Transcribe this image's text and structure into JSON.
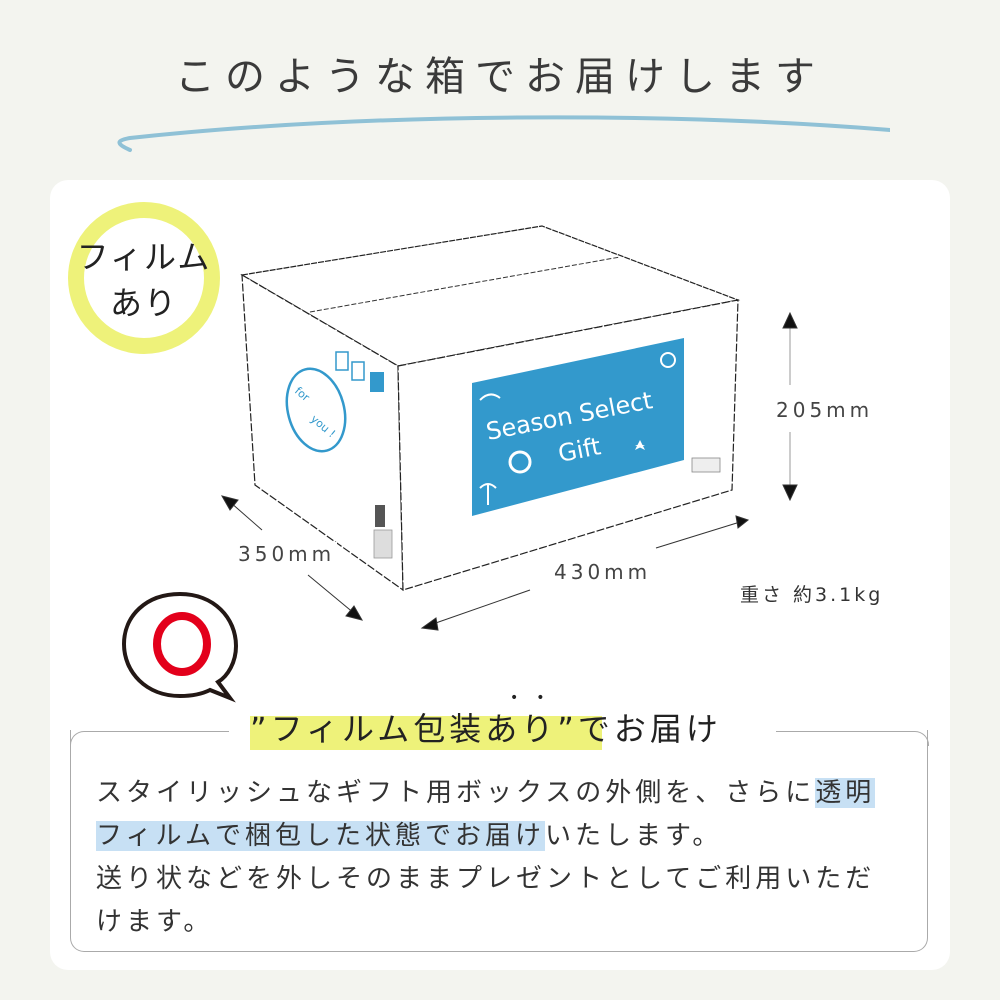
{
  "header": {
    "title": "このような箱でお届けします",
    "underline_color": "#8fc1d6"
  },
  "badge": {
    "line1": "フィルム",
    "line2": "あり",
    "ring_color": "#eef27a"
  },
  "box": {
    "label_line1": "Season Select",
    "label_line2": "Gift",
    "label_bg": "#3399cc",
    "side_bubble_line1": "for",
    "side_bubble_line2": "you !"
  },
  "dimensions": {
    "depth": "350mm",
    "width": "430mm",
    "height": "205mm",
    "weight": "重さ 約3.1kg"
  },
  "ok_icon": {
    "ring_color": "#e3001b"
  },
  "sub_heading": {
    "highlight": "”フィルム包装あり”",
    "rest": "でお届け",
    "emphasis_dots": "••"
  },
  "description": {
    "line1_a": "スタイリッシュなギフト用ボックスの外側を、さらに",
    "line1_mark": "透明",
    "line2_mark": "フィルムで梱包した状態でお届け",
    "line2_b": "いたします。",
    "line3": "送り状などを外しそのままプレゼントとしてご利用いただ",
    "line4": "けます。",
    "mark_color": "#c7e0f4"
  }
}
